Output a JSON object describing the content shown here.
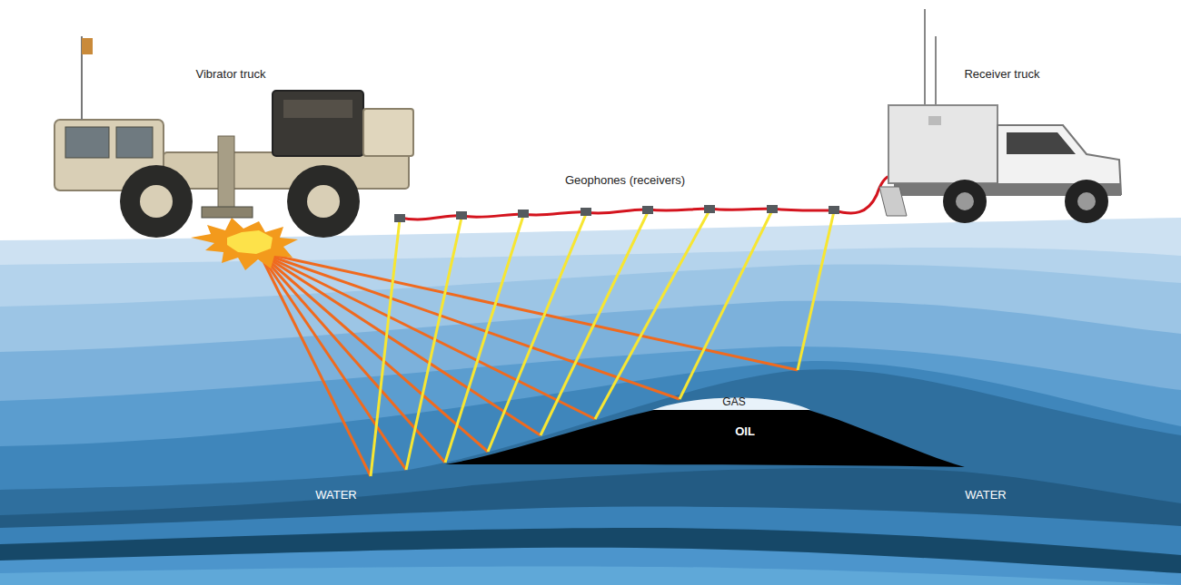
{
  "diagram": {
    "labels": [
      "Vibrator truck",
      "Geophones (receivers)",
      "Receiver truck",
      "GAS",
      "OIL",
      "WATER",
      "WATER"
    ]
  }
}
